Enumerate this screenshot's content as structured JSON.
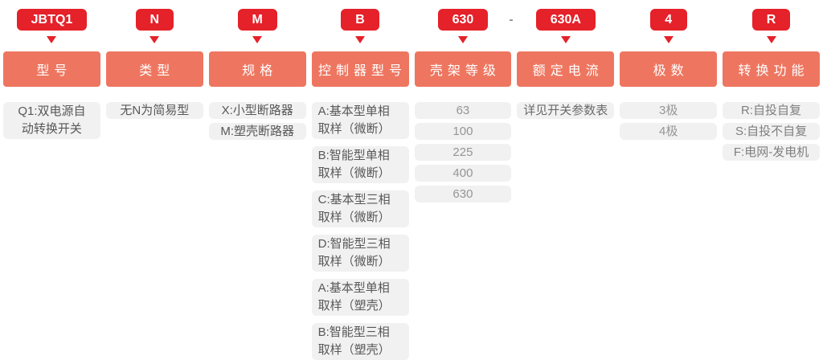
{
  "title": "JBTQ1 model code explanation diagram",
  "separator": "-",
  "colors": {
    "badge_red": "#e52129",
    "header_salmon": "#ee7660",
    "item_background": "#f1f1f1"
  },
  "columns": [
    {
      "code": "JBTQ1",
      "header": "型号",
      "items": [
        "Q1:双电源自\n动转换开关"
      ]
    },
    {
      "code": "N",
      "header": "类型",
      "items": [
        "无N为简易型"
      ]
    },
    {
      "code": "M",
      "header": "规格",
      "items": [
        "X:小型断路器",
        "M:塑壳断路器"
      ]
    },
    {
      "code": "B",
      "header": "控制器型号",
      "items": [
        "A:基本型单相\n取样（微断）",
        "B:智能型单相\n取样（微断）",
        "C:基本型三相\n取样（微断）",
        "D:智能型三相\n取样（微断）",
        "A:基本型单相\n取样（塑壳）",
        "B:智能型三相\n取样（塑壳）"
      ]
    },
    {
      "code": "630",
      "header": "壳架等级",
      "items": [
        "63",
        "100",
        "225",
        "400",
        "630"
      ]
    },
    {
      "code": "630A",
      "header": "额定电流",
      "items": [
        "详见开关参数表"
      ]
    },
    {
      "code": "4",
      "header": "极数",
      "items": [
        "3极",
        "4极"
      ]
    },
    {
      "code": "R",
      "header": "转换功能",
      "items": [
        "R:自投自复",
        "S:自投不自复",
        "F:电网-发电机"
      ]
    }
  ]
}
